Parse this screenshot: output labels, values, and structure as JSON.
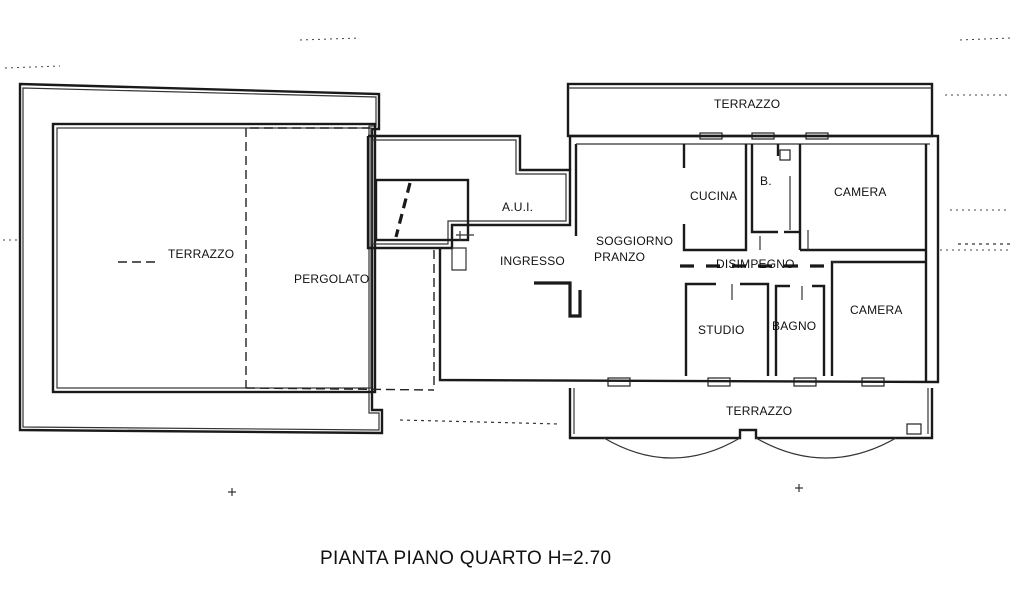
{
  "plan": {
    "title": "PIANTA PIANO QUARTO H=2.70",
    "rooms": {
      "terrazzo_left": "TERRAZZO",
      "pergolato": "PERGOLATO",
      "terrazzo_top": "TERRAZZO",
      "aui": "A.U.I.",
      "ingresso": "INGRESSO",
      "soggiorno": "SOGGIORNO",
      "pranzo": "PRANZO",
      "cucina": "CUCINA",
      "b": "B.",
      "camera_top": "CAMERA",
      "disimpegno": "DISIMPEGNO",
      "studio": "STUDIO",
      "bagno": "BAGNO",
      "camera_bottom": "CAMERA",
      "terrazzo_bottom": "TERRAZZO"
    }
  }
}
